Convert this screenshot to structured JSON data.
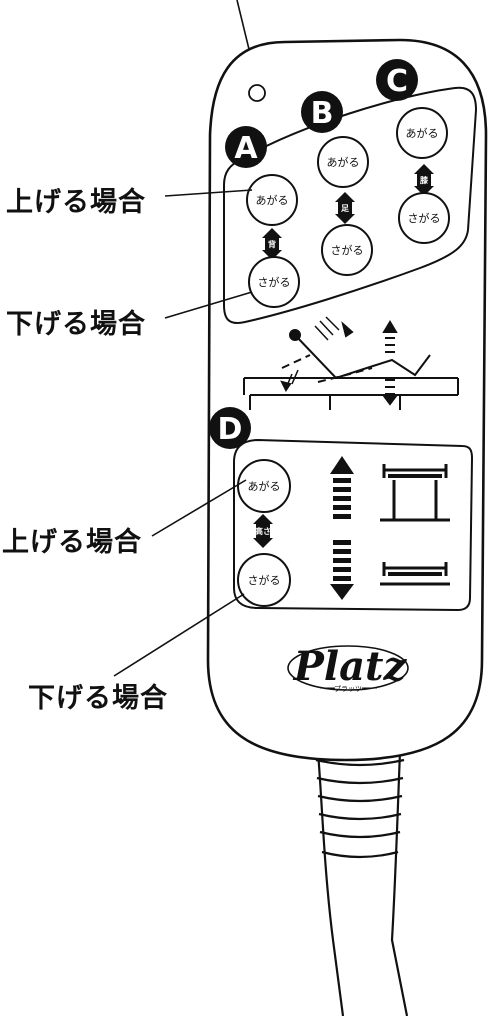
{
  "callouts": {
    "ab_raise": "上げる場合",
    "ab_lower": "下げる場合",
    "d_raise": "上げる場合",
    "d_lower": "下げる場合"
  },
  "groups": {
    "a": "A",
    "b": "B",
    "c": "C",
    "d": "D"
  },
  "buttons": {
    "a_up": "あがる",
    "a_down": "さがる",
    "b_up": "あがる",
    "b_down": "さがる",
    "c_up": "あがる",
    "c_down": "さがる",
    "d_up": "あがる",
    "d_down": "さがる"
  },
  "part_labels": {
    "a": "背",
    "b": "足",
    "c": "膝",
    "d": "高さ"
  },
  "brand": {
    "name": "Platz",
    "reading": "プラッツ"
  },
  "icons": [
    "indicator-lamp",
    "up-down-arrow",
    "bed-profile",
    "height-arrow",
    "bed-raised",
    "bed-lowered"
  ]
}
